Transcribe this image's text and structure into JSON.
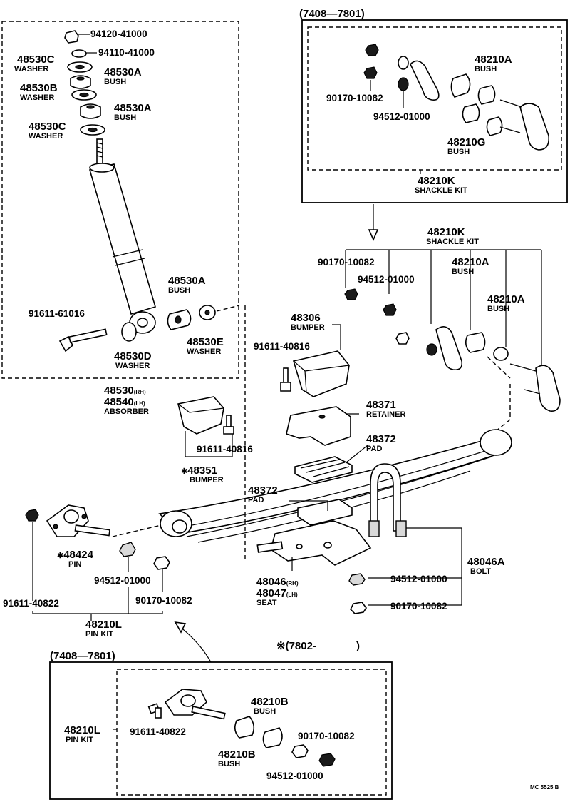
{
  "shock_absorber": {
    "p_94120": "94120-41000",
    "p_94110": "94110-41000",
    "washer_48530C_top": {
      "code": "48530C",
      "name": "WASHER"
    },
    "bush_48530A_top": {
      "code": "48530A",
      "name": "BUSH"
    },
    "washer_48530B": {
      "code": "48530B",
      "name": "WASHER"
    },
    "bush_48530A_mid": {
      "code": "48530A",
      "name": "BUSH"
    },
    "washer_48530C_low": {
      "code": "48530C",
      "name": "WASHER"
    },
    "bush_48530A_low": {
      "code": "48530A",
      "name": "BUSH"
    },
    "bolt_91611_61016": "91611-61016",
    "washer_48530D": {
      "code": "48530D",
      "name": "WASHER"
    },
    "washer_48530E": {
      "code": "48530E",
      "name": "WASHER"
    },
    "absorber_rh": "48530",
    "absorber_rh_suffix": "(RH)",
    "absorber_lh": "48540",
    "absorber_lh_suffix": "(LH)",
    "absorber_name": "ABSORBER"
  },
  "shackle_kit_old": {
    "period": "(7408—7801)",
    "p_90170": "90170-10082",
    "p_94512": "94512-01000",
    "bush_a": {
      "code": "48210A",
      "name": "BUSH"
    },
    "bush_g": {
      "code": "48210G",
      "name": "BUSH"
    },
    "kit": {
      "code": "48210K",
      "name": "SHACKLE KIT"
    }
  },
  "shackle_kit_new": {
    "kit": {
      "code": "48210K",
      "name": "SHACKLE KIT"
    },
    "p_90170": "90170-10082",
    "p_94512": "94512-01000",
    "bush_a1": {
      "code": "48210A",
      "name": "BUSH"
    },
    "bush_a2": {
      "code": "48210A",
      "name": "BUSH"
    }
  },
  "center": {
    "bumper_48306": {
      "code": "48306",
      "name": "BUMPER"
    },
    "bolt_91611_40816_a": "91611-40816",
    "retainer": {
      "code": "48371",
      "name": "RETAINER"
    },
    "pad_48372_a": {
      "code": "48372",
      "name": "PAD"
    },
    "bumper_48351": {
      "code": "48351",
      "name": "BUMPER",
      "mark": "✱"
    },
    "bolt_91611_40816_b": "91611-40816",
    "pad_48372_b": {
      "code": "48372",
      "name": "PAD"
    },
    "seat_rh": "48046",
    "seat_rh_suffix": "(RH)",
    "seat_lh": "48047",
    "seat_lh_suffix": "(LH)",
    "seat_name": "SEAT",
    "ubolt": {
      "code": "48046A",
      "name": "BOLT"
    },
    "p_94512": "94512-01000",
    "p_90170": "90170-10082"
  },
  "pin_kit": {
    "pin": {
      "code": "48424",
      "name": "PIN",
      "mark": "✱"
    },
    "p_91611_40822": "91611-40822",
    "p_94512": "94512-01000",
    "p_90170": "90170-10082",
    "kit": {
      "code": "48210L",
      "name": "PIN KIT"
    }
  },
  "pin_kit_old": {
    "period": "(7408—7801)",
    "note": "※(7802-",
    "note_close": ")",
    "kit": {
      "code": "48210L",
      "name": "PIN KIT"
    },
    "p_91611_40822": "91611-40822",
    "bush_b1": {
      "code": "48210B",
      "name": "BUSH"
    },
    "bush_b2": {
      "code": "48210B",
      "name": "BUSH"
    },
    "p_90170": "90170-10082",
    "p_94512": "94512-01000"
  },
  "footer_code": "MC 5525 B"
}
